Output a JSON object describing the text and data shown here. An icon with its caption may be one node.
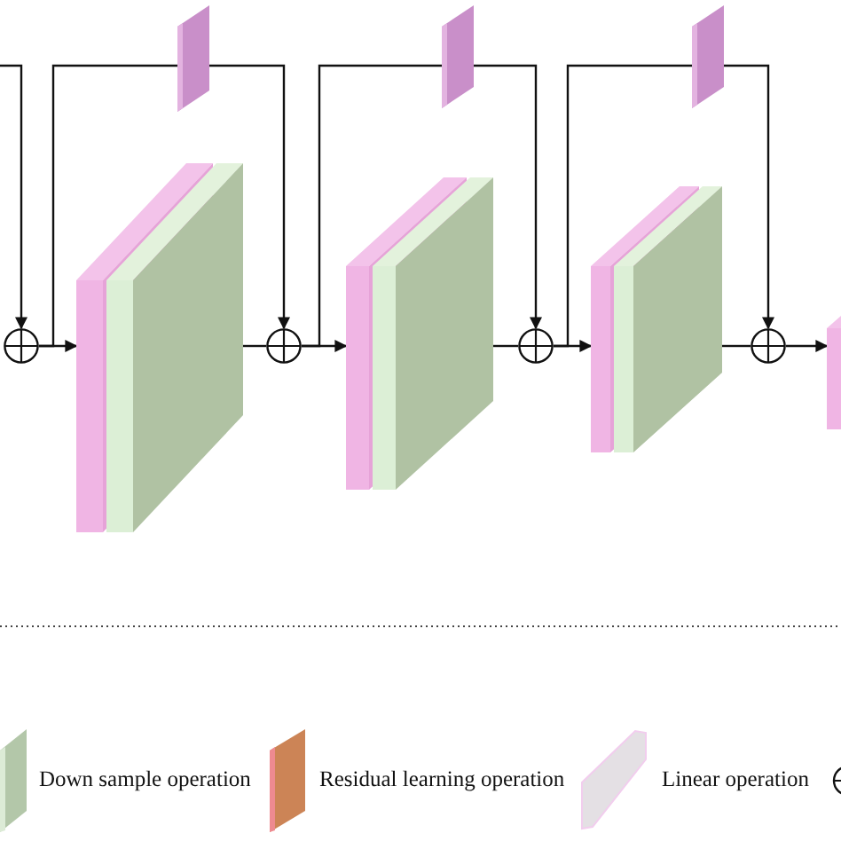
{
  "diagram": {
    "nodes": [
      {
        "text": [],
        "shape": "box"
      },
      {
        "text": [],
        "shape": "box"
      },
      {
        "text": [],
        "shape": "box"
      },
      {
        "text": [],
        "shape": "circle"
      },
      {
        "text": [],
        "shape": "box"
      },
      {
        "text": [],
        "shape": "circle"
      },
      {
        "text": [],
        "shape": "box"
      },
      {
        "text": [],
        "shape": "circle"
      },
      {
        "text": [],
        "shape": "box"
      },
      {
        "text": [],
        "shape": "circle"
      },
      {
        "text": [],
        "shape": "box"
      }
    ],
    "edges": [
      {
        "from": null,
        "to": 3,
        "arrow": "to"
      },
      {
        "from": 3,
        "to": 4,
        "arrow": "to"
      },
      {
        "from": 3,
        "to": 0,
        "arrow": "none"
      },
      {
        "from": 0,
        "to": 5,
        "arrow": "to"
      },
      {
        "from": 4,
        "to": 5,
        "arrow": "none"
      },
      {
        "from": 5,
        "to": 6,
        "arrow": "to"
      },
      {
        "from": 5,
        "to": 1,
        "arrow": "none"
      },
      {
        "from": 1,
        "to": 7,
        "arrow": "to"
      },
      {
        "from": 6,
        "to": 7,
        "arrow": "none"
      },
      {
        "from": 7,
        "to": 8,
        "arrow": "to"
      },
      {
        "from": 7,
        "to": 2,
        "arrow": "none"
      },
      {
        "from": 2,
        "to": 9,
        "arrow": "to"
      },
      {
        "from": 8,
        "to": 9,
        "arrow": "none"
      },
      {
        "from": 9,
        "to": 10,
        "arrow": "to"
      }
    ],
    "legend": [
      {
        "text": "Down sample operation"
      },
      {
        "text": "Residual learning operation"
      },
      {
        "text": "Linear operation"
      }
    ]
  }
}
